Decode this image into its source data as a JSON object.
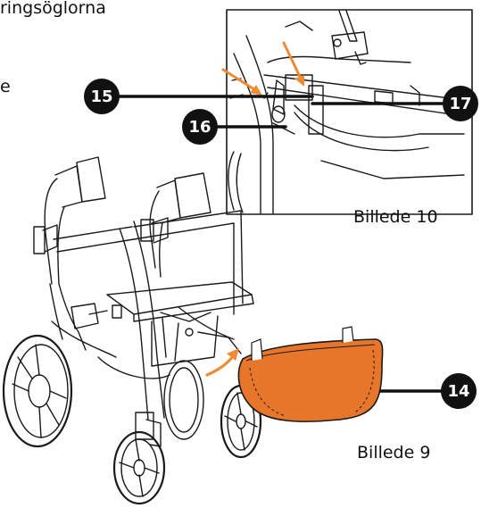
{
  "texts": {
    "top_partial": "ringsöglorna",
    "left_partial": "e",
    "figure_10_caption": "Billede 10",
    "figure_9_caption": "Billede 9"
  },
  "callouts": {
    "c14": "14",
    "c15": "15",
    "c16": "16",
    "c17": "17"
  },
  "colors": {
    "accent": "#EE8C36",
    "bag": "#E8762A",
    "line": "#1a1a1a"
  }
}
